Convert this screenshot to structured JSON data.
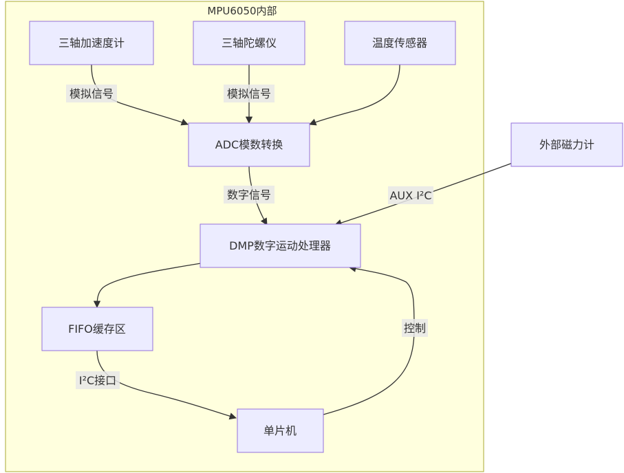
{
  "cluster": {
    "title": "MPU6050内部"
  },
  "nodes": {
    "accel": "三轴加速度计",
    "gyro": "三轴陀螺仪",
    "temp": "温度传感器",
    "adc": "ADC模数转换",
    "mag": "外部磁力计",
    "dmp": "DMP数字运动处理器",
    "fifo": "FIFO缓存区",
    "mcu": "单片机"
  },
  "edges": {
    "accel_adc": "模拟信号",
    "gyro_adc": "模拟信号",
    "adc_dmp": "数字信号",
    "mag_dmp": "AUX I²C",
    "fifo_mcu": "I²C接口",
    "mcu_dmp": "控制"
  },
  "colors": {
    "cluster_fill": "#ffffde",
    "cluster_stroke": "#aaaa33",
    "node_fill": "#ececff",
    "node_stroke": "#9370db",
    "edge": "#333333",
    "edge_label_bg": "#e8e8e8"
  }
}
